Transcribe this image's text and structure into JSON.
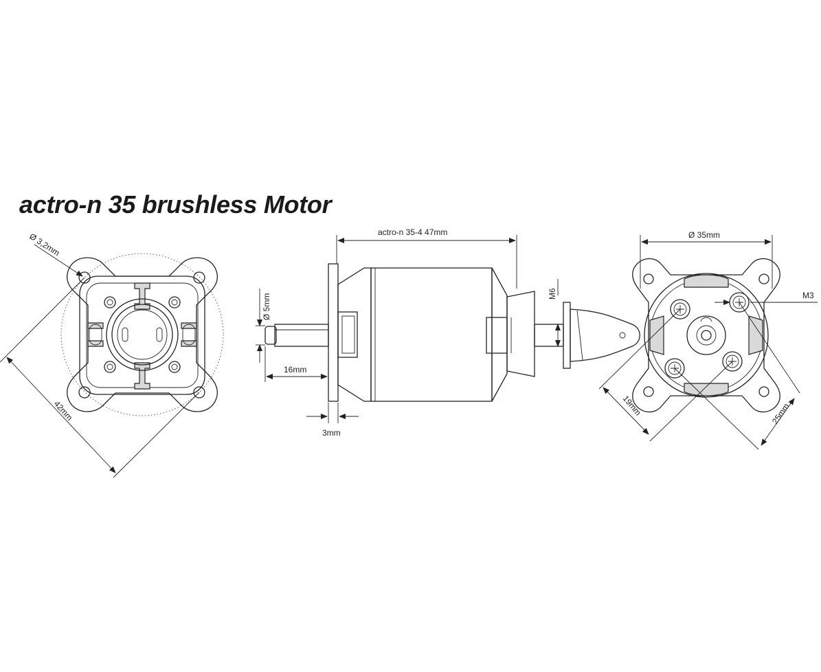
{
  "title": "actro-n 35 brushless Motor",
  "left_view": {
    "hole_diameter_label": "Ø 3,2mm",
    "diagonal_label": "42mm"
  },
  "side_view": {
    "length_label": "actro-n 35-4  47mm",
    "shaft_diameter_label": "Ø 5mm",
    "shaft_length_label": "16mm",
    "flange_thickness_label": "3mm",
    "thread_label": "M6"
  },
  "right_view": {
    "diameter_label": "Ø 35mm",
    "screw_label": "M3",
    "spacing_small_label": "19mm",
    "spacing_large_label": "25mm"
  }
}
